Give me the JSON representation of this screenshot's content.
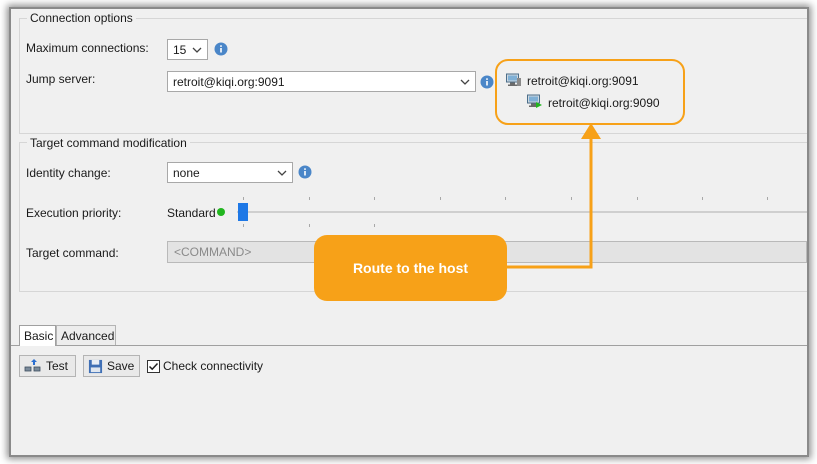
{
  "connection_options": {
    "title": "Connection options",
    "max_connections_label": "Maximum connections:",
    "max_connections_value": "15",
    "jump_server_label": "Jump server:",
    "jump_server_value": "retroit@kiqi.org:9091"
  },
  "jump_tree": {
    "primary": "retroit@kiqi.org:9091",
    "secondary": "retroit@kiqi.org:9090"
  },
  "target_mod": {
    "title": "Target command modification",
    "identity_label": "Identity change:",
    "identity_value": "none",
    "priority_label": "Execution priority:",
    "priority_value": "Standard",
    "command_label": "Target command:",
    "command_placeholder": "<COMMAND>"
  },
  "callout": {
    "text": "Route to the host"
  },
  "tabs": [
    {
      "label": "Basic"
    },
    {
      "label": "Advanced"
    }
  ],
  "toolbar": {
    "test_label": "Test",
    "save_label": "Save",
    "check_label": "Check connectivity",
    "check_checked": true
  },
  "colors": {
    "accent_orange": "#f7a118",
    "info_blue": "#4a86c8",
    "status_green": "#22b61f",
    "slider_blue": "#1e78e6"
  }
}
